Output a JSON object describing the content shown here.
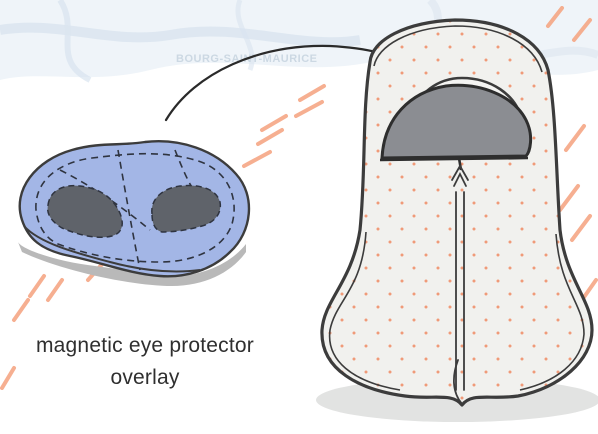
{
  "background": {
    "map_label": "BOURG-SAINT-MAURICE",
    "map_color": "#dfe9f2"
  },
  "caption": {
    "line1": "magnetic eye protector",
    "line2": "overlay"
  },
  "colors": {
    "overlay_fill": "#a3b6e6",
    "eye_cutout": "#5f636a",
    "hood_fill": "#f1f1ee",
    "outline": "#3c3c3c",
    "accent_dashes": "#f5a27e",
    "dots": "#f09a78",
    "shadow": "#e2e3e2"
  },
  "icons": {
    "pointer": "curved-arrow-icon"
  }
}
